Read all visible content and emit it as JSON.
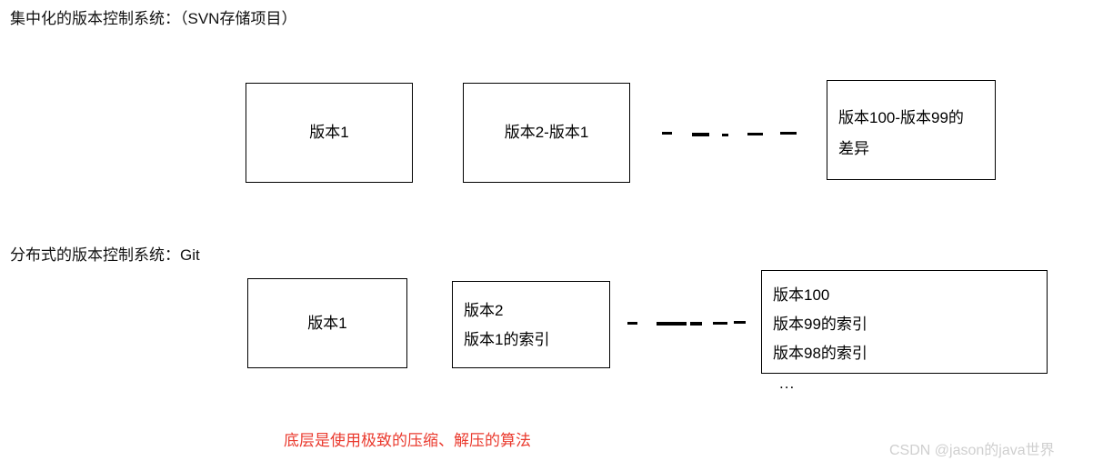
{
  "page": {
    "background_color": "#ffffff",
    "text_color": "#000000"
  },
  "sections": {
    "centralized": {
      "heading": "集中化的版本控制系统：（SVN存储项目）",
      "boxes": [
        {
          "name": "version-1",
          "text": "版本1",
          "align": "center"
        },
        {
          "name": "version-2-diff",
          "text": "版本2-版本1",
          "align": "center"
        },
        {
          "name": "version-100-diff",
          "text": "版本100-版本99的\n差异",
          "align": "left"
        }
      ],
      "connector": "dashed-line"
    },
    "distributed": {
      "heading": "分布式的版本控制系统：Git",
      "boxes": [
        {
          "name": "snapshot-version-1",
          "text": "版本1",
          "align": "center"
        },
        {
          "name": "snapshot-version-2",
          "text": "版本2\n版本1的索引",
          "align": "left"
        },
        {
          "name": "snapshot-version-100",
          "text": "版本100\n版本99的索引\n版本98的索引",
          "align": "left"
        }
      ],
      "connector": "dashed-line",
      "more_indicator": "..."
    }
  },
  "caption": {
    "text": "底层是使用极致的压缩、解压的算法",
    "color": "#ea3a2e"
  },
  "watermark": {
    "text": "CSDN @jason的java世界",
    "color": "#cfcfcf"
  }
}
